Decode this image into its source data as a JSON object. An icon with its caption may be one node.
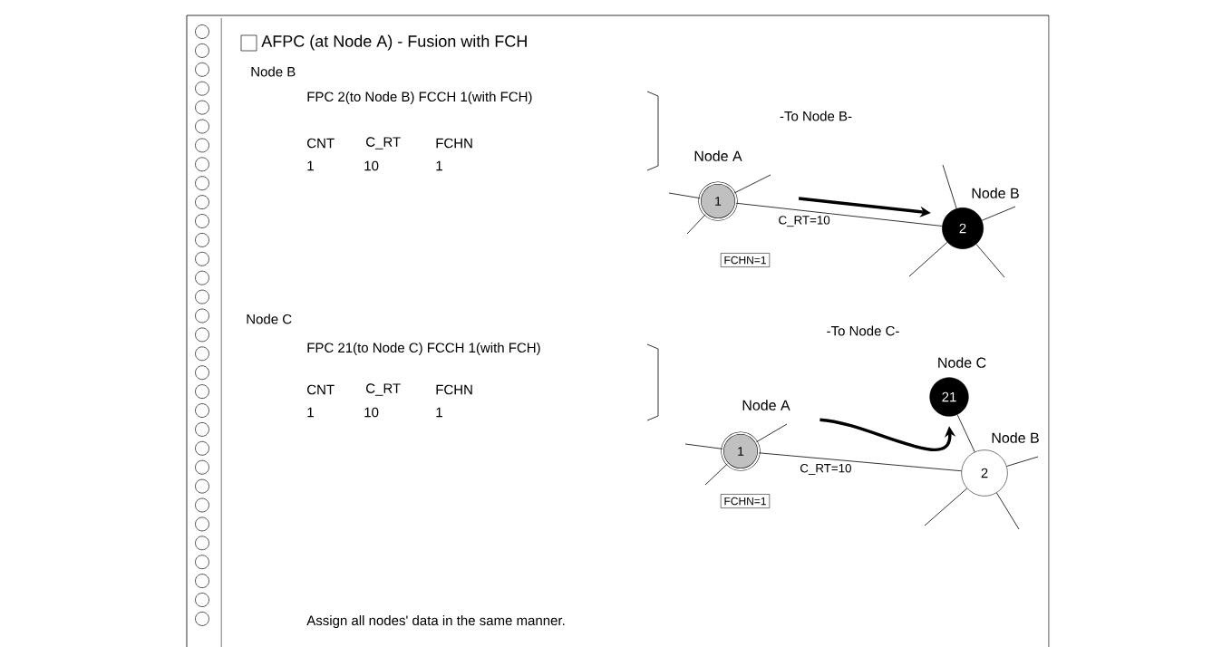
{
  "diagram": {
    "title": "AFPC (at Node A) - Fusion with FCH",
    "nodes": [
      {
        "text": [
          "1"
        ],
        "beside": [
          "Node A"
        ]
      },
      {
        "text": [
          "2"
        ],
        "beside": [
          "Node B"
        ]
      },
      {
        "text": [
          "FCHN=1"
        ]
      },
      {
        "text": [
          "1"
        ],
        "beside": [
          "Node A"
        ]
      },
      {
        "text": [
          "2"
        ],
        "beside": [
          "Node B"
        ]
      },
      {
        "text": [
          "21"
        ],
        "beside": [
          "Node C"
        ]
      },
      {
        "text": [
          "FCHN=1"
        ]
      }
    ],
    "edges": [
      {
        "from": 0,
        "to": 1,
        "arrow": "none",
        "label": "C_RT=10"
      },
      {
        "from": 0,
        "to": 1,
        "arrow": "to",
        "style": "thick"
      },
      {
        "from": 3,
        "to": 4,
        "arrow": "none",
        "label": "C_RT=10"
      },
      {
        "from": 4,
        "to": 5,
        "arrow": "none"
      },
      {
        "from": 3,
        "to": 5,
        "arrow": "to",
        "style": "thick"
      },
      {
        "from": 0,
        "to": null,
        "arrow": "none"
      },
      {
        "from": 0,
        "to": null,
        "arrow": "none"
      },
      {
        "from": 0,
        "to": null,
        "arrow": "none"
      },
      {
        "from": 1,
        "to": null,
        "arrow": "none"
      },
      {
        "from": 1,
        "to": null,
        "arrow": "none"
      },
      {
        "from": 1,
        "to": null,
        "arrow": "none"
      },
      {
        "from": 1,
        "to": null,
        "arrow": "none"
      },
      {
        "from": 3,
        "to": null,
        "arrow": "none"
      },
      {
        "from": 3,
        "to": null,
        "arrow": "none"
      },
      {
        "from": 3,
        "to": null,
        "arrow": "none"
      },
      {
        "from": 4,
        "to": null,
        "arrow": "none"
      },
      {
        "from": 4,
        "to": null,
        "arrow": "none"
      },
      {
        "from": 4,
        "to": null,
        "arrow": "none"
      }
    ],
    "labels": [
      "Node B",
      "FPC 2(to Node B) FCCH 1(with FCH)",
      "CNT",
      "C_RT",
      "FCHN",
      "1",
      "10",
      "1",
      "-To Node B-",
      "Node C",
      "FPC 21(to Node C) FCCH 1(with FCH)",
      "CNT",
      "C_RT",
      "FCHN",
      "1",
      "10",
      "1",
      "-To Node C-",
      "Assign all nodes' data in the same manner."
    ]
  }
}
